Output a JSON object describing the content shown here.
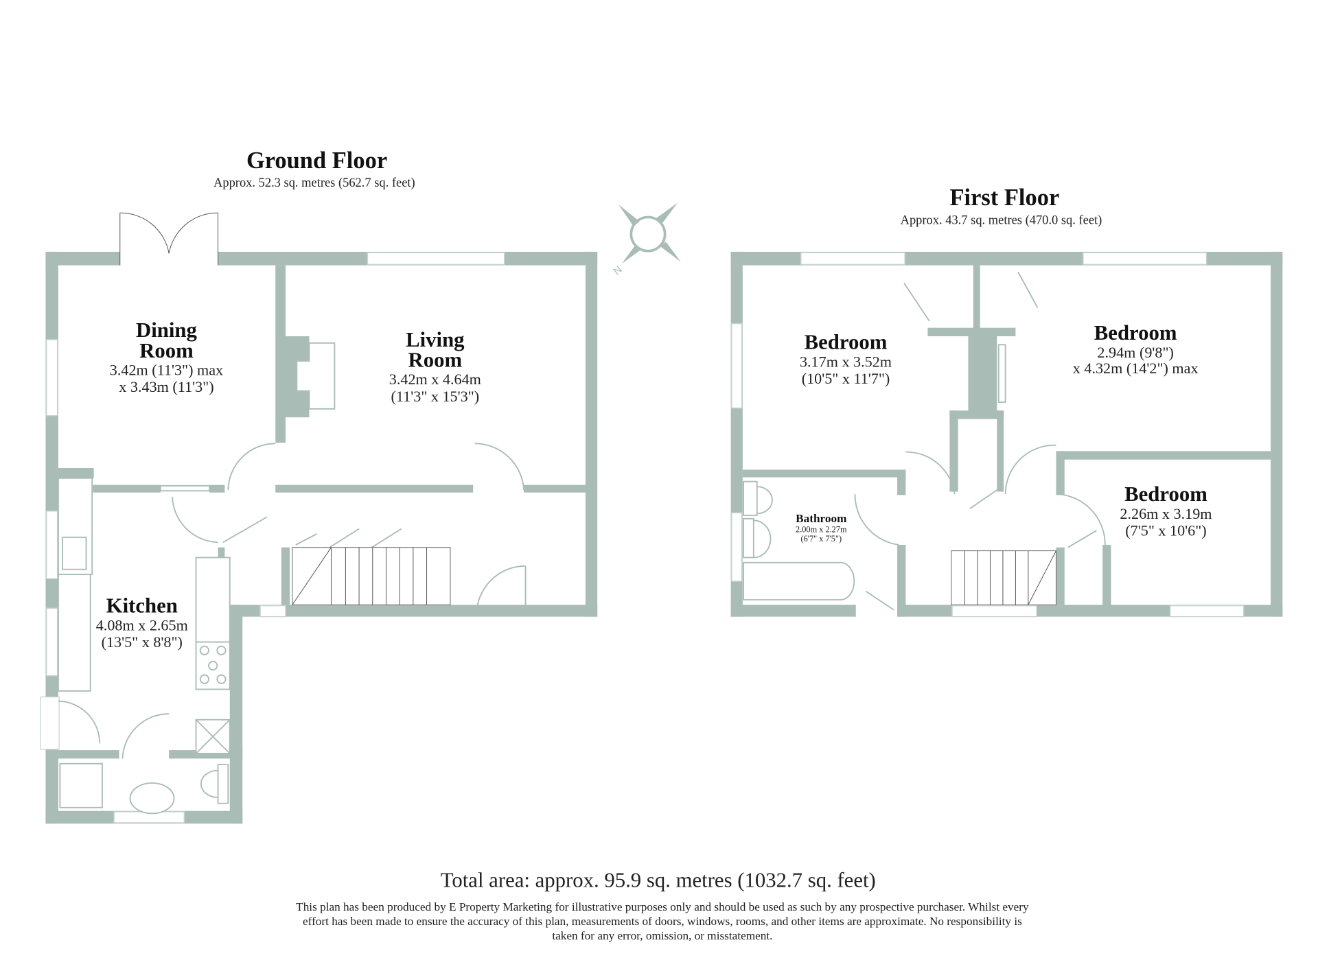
{
  "ground_floor": {
    "title": "Ground Floor",
    "area": "Approx. 52.3 sq. metres (562.7 sq. feet)",
    "rooms": [
      {
        "name_line1": "Dining",
        "name_line2": "Room",
        "dim1": "3.42m (11'3\") max",
        "dim2": "x 3.43m (11'3\")"
      },
      {
        "name_line1": "Living",
        "name_line2": "Room",
        "dim1": "3.42m x 4.64m",
        "dim2": "(11'3\" x 15'3\")"
      },
      {
        "name_line1": "Kitchen",
        "dim1": "4.08m x 2.65m",
        "dim2": "(13'5\" x 8'8\")"
      }
    ]
  },
  "first_floor": {
    "title": "First Floor",
    "area": "Approx. 43.7 sq. metres (470.0 sq. feet)",
    "rooms": [
      {
        "name": "Bedroom",
        "dim1": "3.17m x 3.52m",
        "dim2": "(10'5\" x 11'7\")"
      },
      {
        "name": "Bedroom",
        "dim1": "2.94m (9'8\")",
        "dim2": "x 4.32m (14'2\") max"
      },
      {
        "name": "Bedroom",
        "dim1": "2.26m x 3.19m",
        "dim2": "(7'5\" x 10'6\")"
      },
      {
        "name": "Bathroom",
        "dim1": "2.00m x 2.27m",
        "dim2": "(6'7\" x 7'5\")"
      }
    ]
  },
  "compass": {
    "label": "N"
  },
  "total_area": "Total area: approx. 95.9 sq. metres (1032.7 sq. feet)",
  "disclaimer": [
    "This plan has been produced by E Property Marketing for illustrative purposes only and should be used as such by any prospective purchaser. Whilst every",
    "effort has been made to ensure the accuracy of this plan, measurements of doors, windows, rooms, and other items are approximate. No responsibility is",
    "taken for any error, omission, or misstatement."
  ],
  "colors": {
    "wall": "#a9bcb5",
    "text": "#111111",
    "background": "#ffffff"
  }
}
